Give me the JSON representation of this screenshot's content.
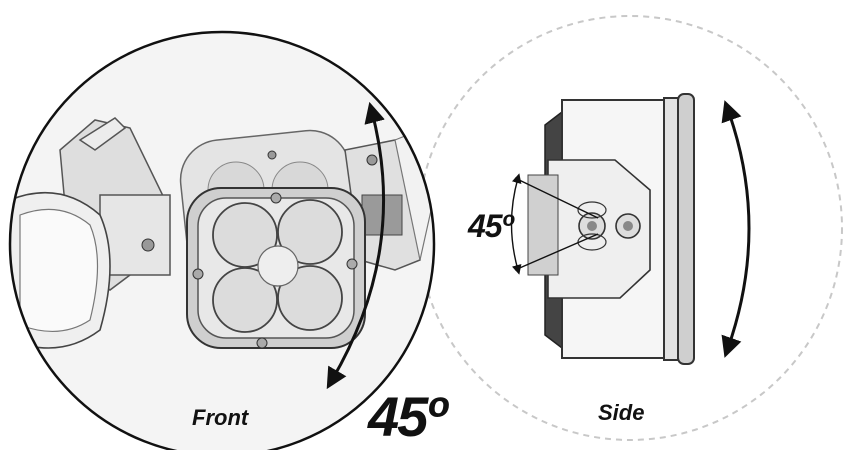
{
  "labels": {
    "front": "Front",
    "side": "Side",
    "main_angle": "45º",
    "side_angle": "45º"
  },
  "colors": {
    "outline": "#111111",
    "housing": "#cfcfcf",
    "lens": "#e2e2e2",
    "background": "#ffffff",
    "dashed_circle": "#c8c8c8"
  },
  "icons": {
    "front_rotation": "curved-double-arrow-icon",
    "side_rotation": "curved-double-arrow-icon"
  }
}
